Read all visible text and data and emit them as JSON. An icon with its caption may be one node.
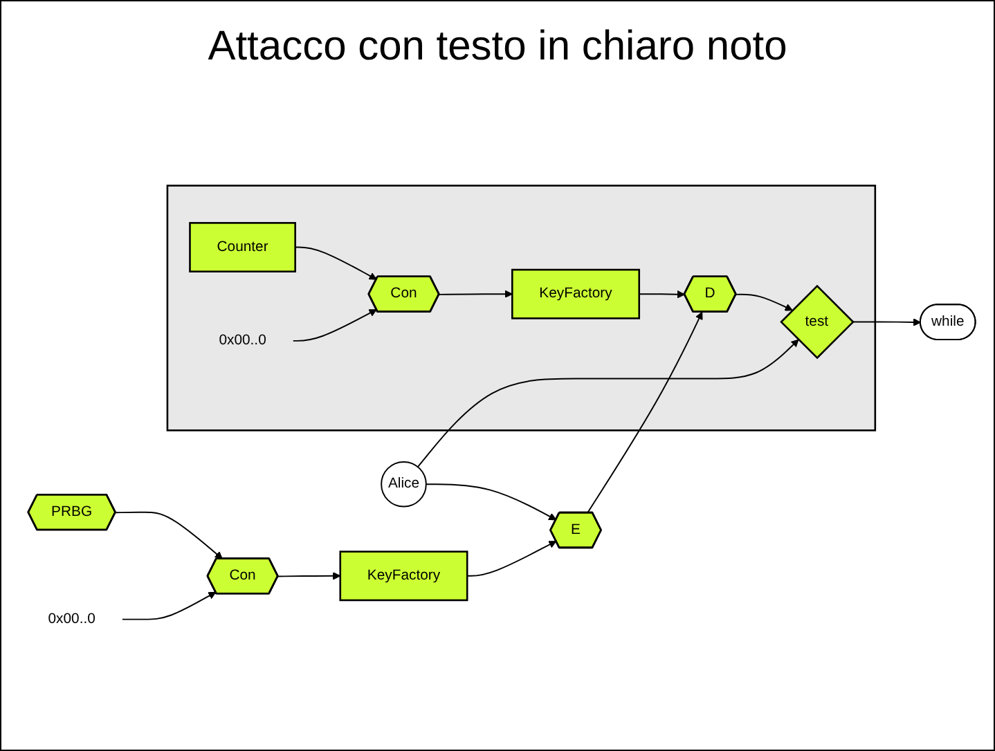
{
  "diagram": {
    "title": "Attacco con testo in chiaro noto",
    "nodes": [
      {
        "text": [
          "Alice"
        ]
      },
      {
        "text": [
          "E"
        ]
      },
      {
        "text": [
          "KeyFactory"
        ]
      },
      {
        "text": [
          "Con"
        ]
      },
      {
        "text": [
          "PRBG"
        ]
      },
      {
        "text": [
          "0x00..0"
        ]
      },
      {
        "text": [],
        "shape": "box"
      },
      {
        "text": [
          "D"
        ],
        "in": 6
      },
      {
        "text": [
          "test"
        ],
        "in": 6
      },
      {
        "text": [
          "while"
        ]
      },
      {
        "text": [
          "KeyFactory"
        ],
        "in": 6
      },
      {
        "text": [
          "Con"
        ],
        "in": 6
      },
      {
        "text": [
          "Counter"
        ],
        "in": 6
      },
      {
        "text": [
          "0x00..0"
        ],
        "in": 6
      }
    ],
    "edges": [
      {
        "from": 0,
        "to": 1,
        "arrow": "to"
      },
      {
        "from": 0,
        "to": 8,
        "arrow": "to"
      },
      {
        "from": 1,
        "to": 7,
        "arrow": "to"
      },
      {
        "from": 7,
        "to": 8,
        "arrow": "to"
      },
      {
        "from": 8,
        "to": 9,
        "arrow": "to"
      },
      {
        "from": 2,
        "to": 1,
        "arrow": "to"
      },
      {
        "from": 3,
        "to": 2,
        "arrow": "to"
      },
      {
        "from": 4,
        "to": 3,
        "arrow": "to"
      },
      {
        "from": 5,
        "to": 3,
        "arrow": "to"
      },
      {
        "from": 10,
        "to": 7,
        "arrow": "to"
      },
      {
        "from": 11,
        "to": 10,
        "arrow": "to"
      },
      {
        "from": 12,
        "to": 11,
        "arrow": "to"
      },
      {
        "from": 13,
        "to": 11,
        "arrow": "to"
      }
    ]
  }
}
